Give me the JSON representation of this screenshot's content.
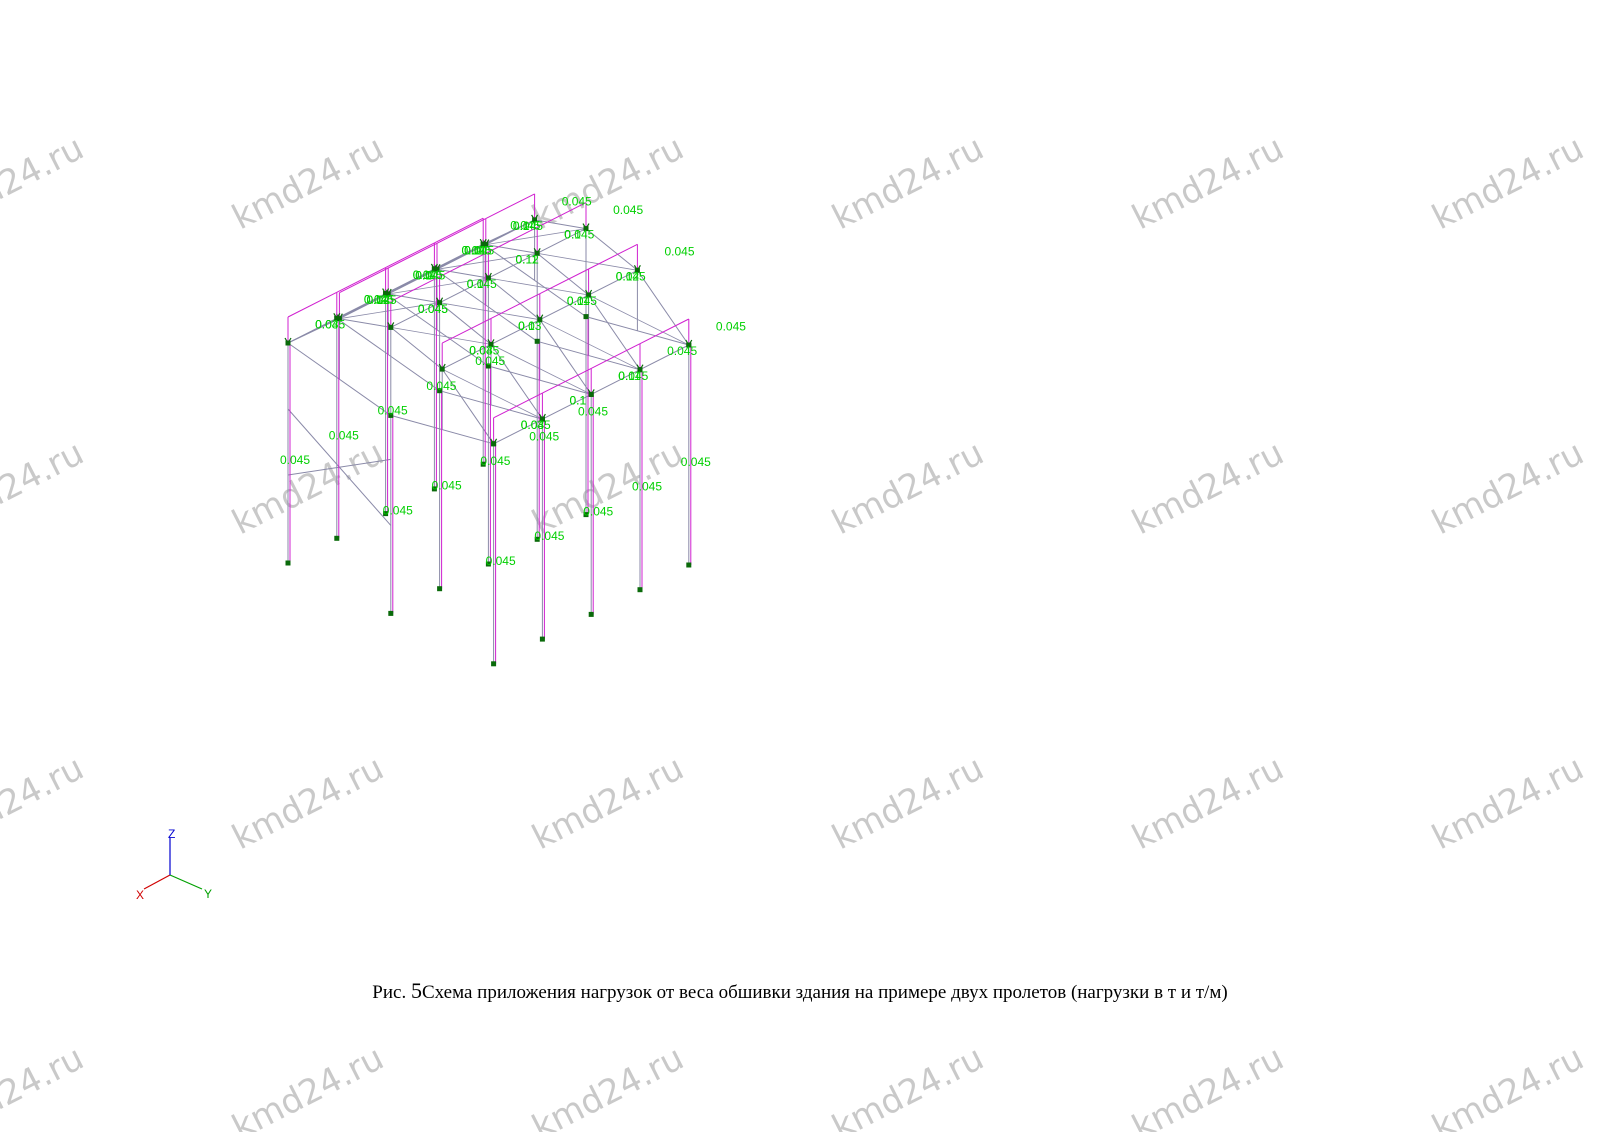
{
  "watermark": "kmd24.ru",
  "caption": {
    "prefix": "Рис. ",
    "number": "5",
    "text": "Схема приложения нагрузок от веса обшивки здания на примере двух пролетов (нагрузки в т и т/м)"
  },
  "axes": {
    "x": "X",
    "y": "Y",
    "z": "Z"
  },
  "colors": {
    "frame": "#8a8aa8",
    "load": "#d020d0",
    "node": "#0a6a0a",
    "label": "#00d000",
    "axis_x": "#d00000",
    "axis_y": "#00a000",
    "axis_z": "#0000d0"
  },
  "load_labels": [
    "0.03",
    "0.12",
    "0.045",
    "0.045",
    "0.045",
    "0.045",
    "0.045",
    "0.045",
    "0.03",
    "0.1",
    "0.045",
    "0.045",
    "0.12",
    "0.045",
    "0.045",
    "0.045",
    "0.045",
    "0.045",
    "0.045",
    "0.045",
    "0.045",
    "0.045",
    "0.045",
    "0.045",
    "0.045",
    "0.045",
    "0.045",
    "0.045",
    "0.045",
    "0.045",
    "0.045",
    "0.045",
    "0.045",
    "0.045",
    "0.045",
    "0.045",
    "0.045",
    "0.045",
    "0.045",
    "0.045",
    "0.045",
    "0.045",
    "0.045",
    "0.03",
    "0.03",
    "0.12",
    "0.1",
    "0.1",
    "0.1",
    "0.1",
    "0.11",
    "0.11",
    "0.11",
    "0.11",
    "0.11",
    "0.11",
    "0.1",
    "0.1",
    "0.12"
  ]
}
